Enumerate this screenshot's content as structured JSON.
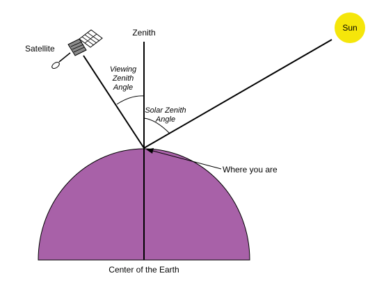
{
  "labels": {
    "zenith": "Zenith",
    "satellite": "Satellite",
    "sun": "Sun",
    "viewing_zenith_angle": [
      "Viewing",
      "Zenith",
      "Angle"
    ],
    "solar_zenith_angle": [
      "Solar Zenith",
      "Angle"
    ],
    "where_you_are": "Where you are",
    "center_of_earth": "Center of the Earth"
  },
  "icons": {
    "sun": "sun-icon",
    "satellite": "satellite-icon",
    "earth": "earth-hemisphere"
  },
  "colors": {
    "earth_fill": "#a861a8",
    "sun_fill": "#f5e60a",
    "line": "#000000",
    "satellite_gray": "#8a8a8a"
  }
}
